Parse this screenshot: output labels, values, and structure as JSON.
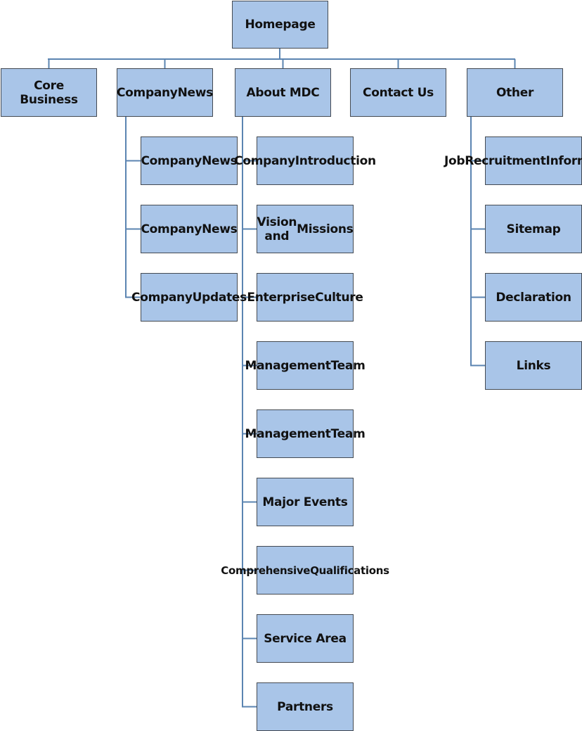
{
  "root": {
    "label": "Homepage"
  },
  "branches": [
    {
      "label": "Core Business",
      "children": []
    },
    {
      "label": "Company\nNews",
      "children": [
        "Company\nNews",
        "Company\nNews",
        "Company\nUpdates"
      ]
    },
    {
      "label": "About MDC",
      "children": [
        "Company\nIntroduction",
        "Vision and\nMissions",
        "Enterprise\nCulture",
        "Management\nTeam",
        "Management\nTeam",
        "Major Events",
        "Comprehensive\nQualifications",
        "Service Area",
        "Partners"
      ]
    },
    {
      "label": "Contact Us",
      "children": []
    },
    {
      "label": "Other",
      "children": [
        "Job\nRecruitment\nInformation",
        "Sitemap",
        "Declaration",
        "Links"
      ]
    }
  ],
  "colors": {
    "node_fill": "#a9c5e8",
    "node_border": "#444a52",
    "connector": "#5b84b1"
  }
}
